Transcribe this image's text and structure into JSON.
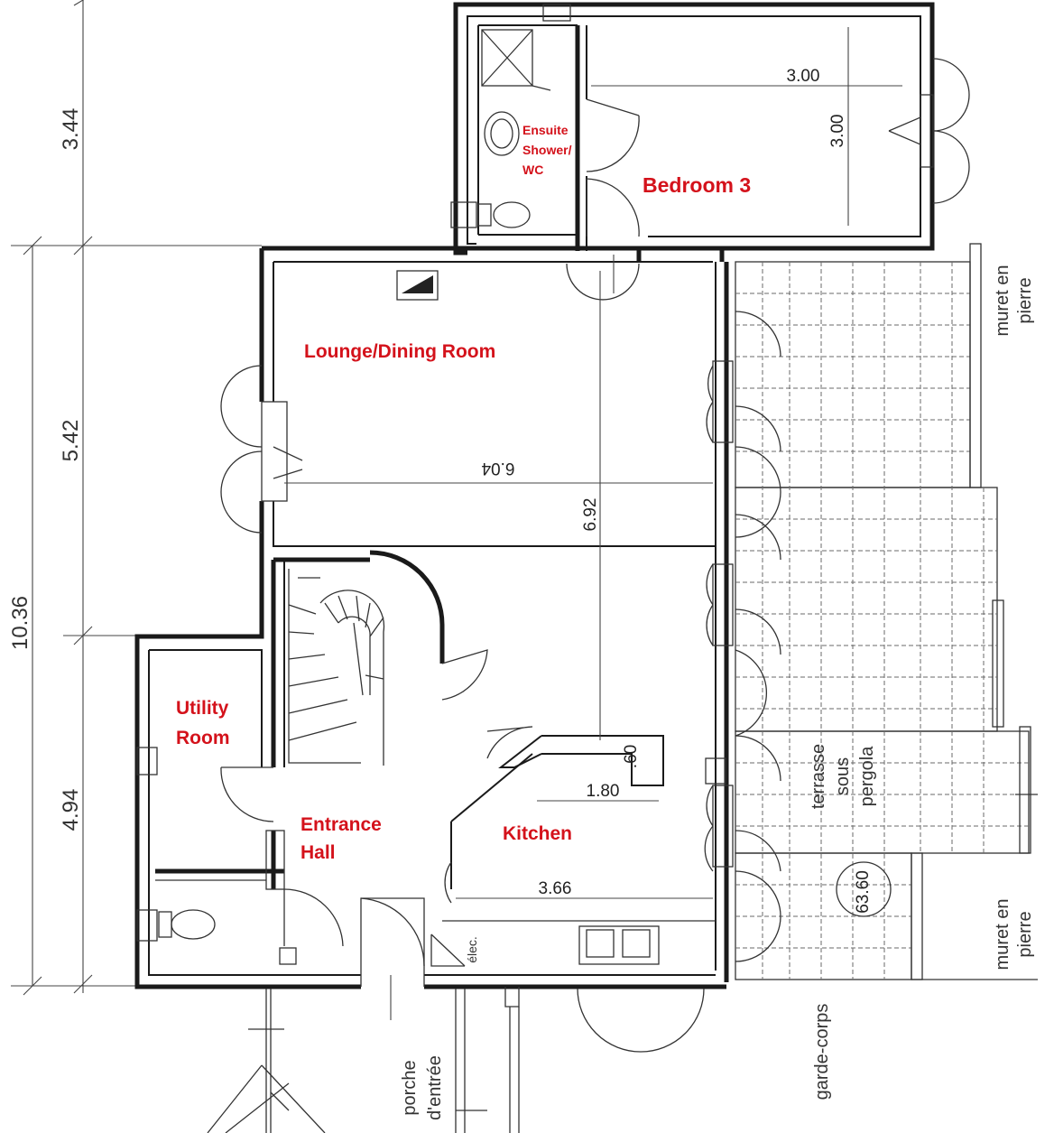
{
  "rooms": {
    "ensuite_line1": "Ensuite",
    "ensuite_line2": "Shower/",
    "ensuite_line3": "WC",
    "bedroom3": "Bedroom 3",
    "lounge": "Lounge/Dining Room",
    "utility_line1": "Utility",
    "utility_line2": "Room",
    "hall_line1": "Entrance",
    "hall_line2": "Hall",
    "kitchen": "Kitchen"
  },
  "dimensions": {
    "bedroom_width": "3.00",
    "bedroom_depth": "3.00",
    "lounge_width": "6.04",
    "house_depth": "6.92",
    "counter_length": "1.80",
    "counter_depth": ".60",
    "kitchen_width": "3.66",
    "terrace_area": "63.60",
    "left_top": "3.44",
    "left_middle": "5.42",
    "left_total": "10.36",
    "left_bottom": "4.94"
  },
  "labels": {
    "muret_top_1": "muret en",
    "muret_top_2": "pierre",
    "muret_bottom_1": "muret en",
    "muret_bottom_2": "pierre",
    "terrace_1": "terrasse",
    "terrace_2": "sous",
    "terrace_3": "pergola",
    "elec": "élec.",
    "porch_1": "porche",
    "porch_2": "d'entrée",
    "garde_corps": "garde-corps"
  },
  "colors": {
    "room_label": "#d4121b",
    "line": "#1a1a1a"
  }
}
